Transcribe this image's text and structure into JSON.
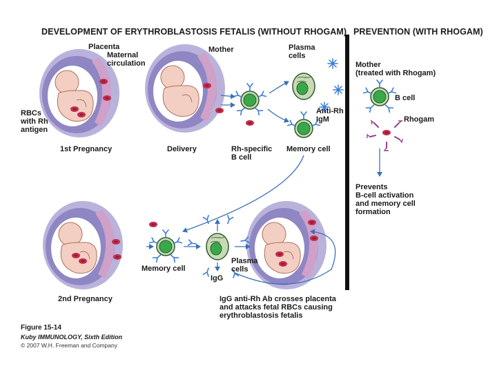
{
  "headers": {
    "left": "DEVELOPMENT OF ERYTHROBLASTOSIS FETALIS (WITHOUT RHOGAM)",
    "right": "PREVENTION (WITH RHOGAM)"
  },
  "labels": {
    "placenta": "Placenta",
    "maternal_circulation": "Maternal\ncirculation",
    "mother": "Mother",
    "plasma_cells_top": "Plasma\ncells",
    "rbcs_rh": "RBCs\nwith Rh\nantigen",
    "anti_rh_igm": "Anti-Rh\nIgM",
    "first_pregnancy": "1st Pregnancy",
    "delivery": "Delivery",
    "rh_specific_bcell": "Rh-specific\nB cell",
    "memory_cell_top": "Memory cell",
    "mother_treated": "Mother\n(treated with Rhogam)",
    "b_cell": "B cell",
    "rhogam": "Rhogam",
    "prevents": "Prevents\nB-cell activation\nand memory cell\nformation",
    "memory_cell_bottom": "Memory cell",
    "plasma_cells_bottom": "Plasma\ncells",
    "igg": "IgG",
    "second_pregnancy": "2nd Pregnancy",
    "igg_crosses": "IgG anti-Rh Ab crosses placenta\nand attacks fetal RBCs causing\nerythroblastosis fetalis"
  },
  "caption": {
    "figure": "Figure 15-14",
    "book": "Kuby IMMUNOLOGY, Sixth Edition",
    "copyright": "© 2007 W.H. Freeman and Company"
  },
  "colors": {
    "uterus_outer": "#b9b3dc",
    "uterus_inner": "#8f86c4",
    "maternal": "#cfa0c8",
    "fetus": "#f2cfc2",
    "fetus_stroke": "#b06d5a",
    "rbc": "#c62d4b",
    "cell_fill": "#3aa84a",
    "cell_ring": "#c9d9b6",
    "antibody": "#3a7bd5",
    "rhogam": "#9a3d8a",
    "arrow": "#3a6fb8"
  },
  "icons": {
    "cells": "b-cell-icon",
    "rbc": "red-blood-cell-icon",
    "antibody": "antibody-icon"
  }
}
